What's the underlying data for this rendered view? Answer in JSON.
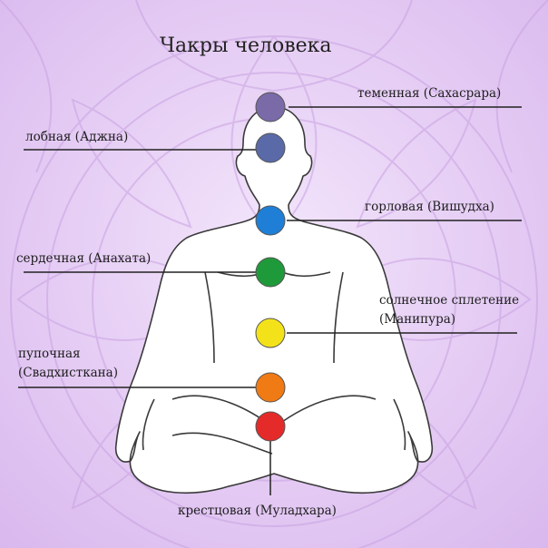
{
  "title": "Чакры человека",
  "labels": {
    "crown": "теменная (Сахасрара)",
    "brow": "лобная (Аджна)",
    "throat": "горловая (Вишудха)",
    "heart": "сердечная (Анахата)",
    "solar_line1": "солнечное сплетение",
    "solar_line2": "(Манипура)",
    "sacral_line1": "пупочная",
    "sacral_line2": "(Свадхисткана)",
    "root": "крестцовая (Муладхара)"
  },
  "colors": {
    "crown": "#7a6aa8",
    "brow": "#5a6aa8",
    "throat": "#1f7fd6",
    "heart": "#1f9a3a",
    "solar": "#f3e21a",
    "sacral": "#f07a14",
    "root": "#e52a2a"
  }
}
